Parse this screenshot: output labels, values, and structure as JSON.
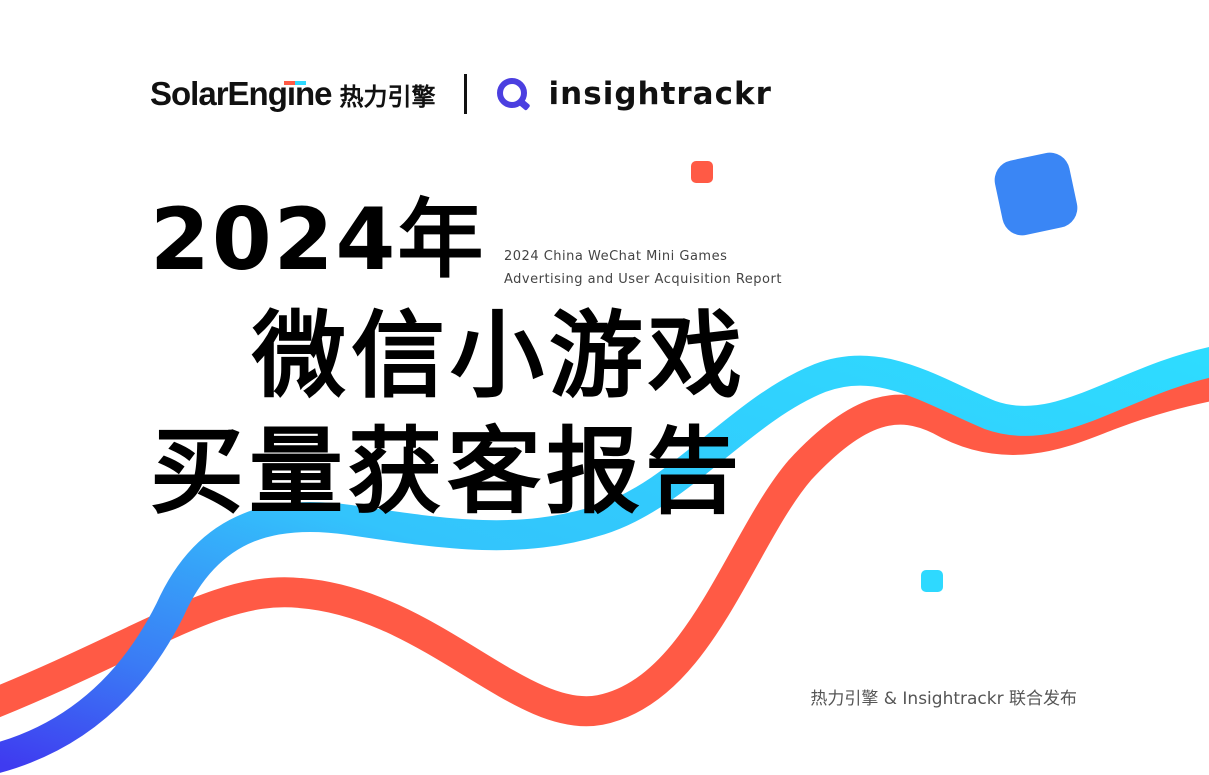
{
  "header": {
    "solar_brand": "SolarEngine",
    "solar_cn": "热力引擎",
    "insight_brand": "insightrackr"
  },
  "title": {
    "year": "2024年",
    "line1": "微信小游戏",
    "line2": "买量获客报告"
  },
  "subtitle": {
    "line1": "2024 China WeChat Mini Games",
    "line2": "Advertising and User Acquisition Report"
  },
  "footer": {
    "publisher_note": "热力引擎 & Insightrackr 联合发布"
  },
  "colors": {
    "coral": "#FF5A45",
    "cyan": "#2ED9FF",
    "blue": "#3A86F5",
    "deep_blue": "#3F3BF0",
    "insight_purple": "#4B3FE0",
    "text": "#000000"
  },
  "icons": {
    "insight_logo": "magnifier-q-icon",
    "solar_mark": "color-bar-icon"
  }
}
